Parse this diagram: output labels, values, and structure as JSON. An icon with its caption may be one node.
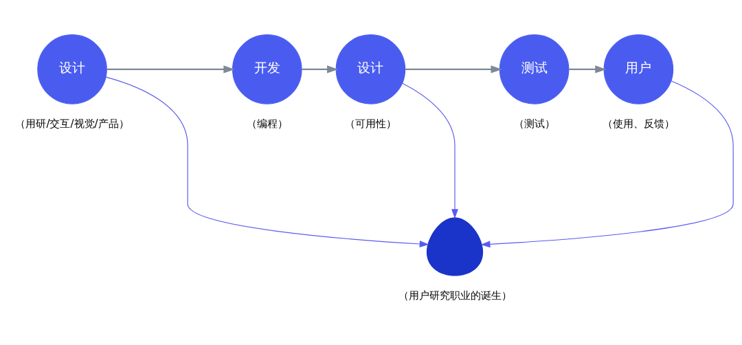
{
  "diagram": {
    "nodes": [
      {
        "text": [
          "设计"
        ],
        "beside": [
          "（用研/交互/视觉/产品）"
        ]
      },
      {
        "text": [
          "开发"
        ],
        "beside": [
          "（编程）"
        ]
      },
      {
        "text": [
          "设计"
        ],
        "beside": [
          "（可用性）"
        ]
      },
      {
        "text": [
          "测试"
        ],
        "beside": [
          "（测试）"
        ]
      },
      {
        "text": [
          "用户"
        ],
        "beside": [
          "（使用、反馈）"
        ]
      },
      {
        "text": [],
        "shape": "person",
        "beside": [
          "（用户研究职业的诞生）"
        ]
      }
    ],
    "edges": [
      {
        "from": 0,
        "to": 1,
        "arrow": "to"
      },
      {
        "from": 1,
        "to": 2,
        "arrow": "to"
      },
      {
        "from": 2,
        "to": 3,
        "arrow": "to"
      },
      {
        "from": 3,
        "to": 4,
        "arrow": "to"
      },
      {
        "from": 0,
        "to": 5,
        "arrow": "to",
        "color": "#5a5af0"
      },
      {
        "from": 2,
        "to": 5,
        "arrow": "to",
        "color": "#5a5af0"
      },
      {
        "from": 4,
        "to": 5,
        "arrow": "to",
        "color": "#5a5af0"
      }
    ]
  }
}
